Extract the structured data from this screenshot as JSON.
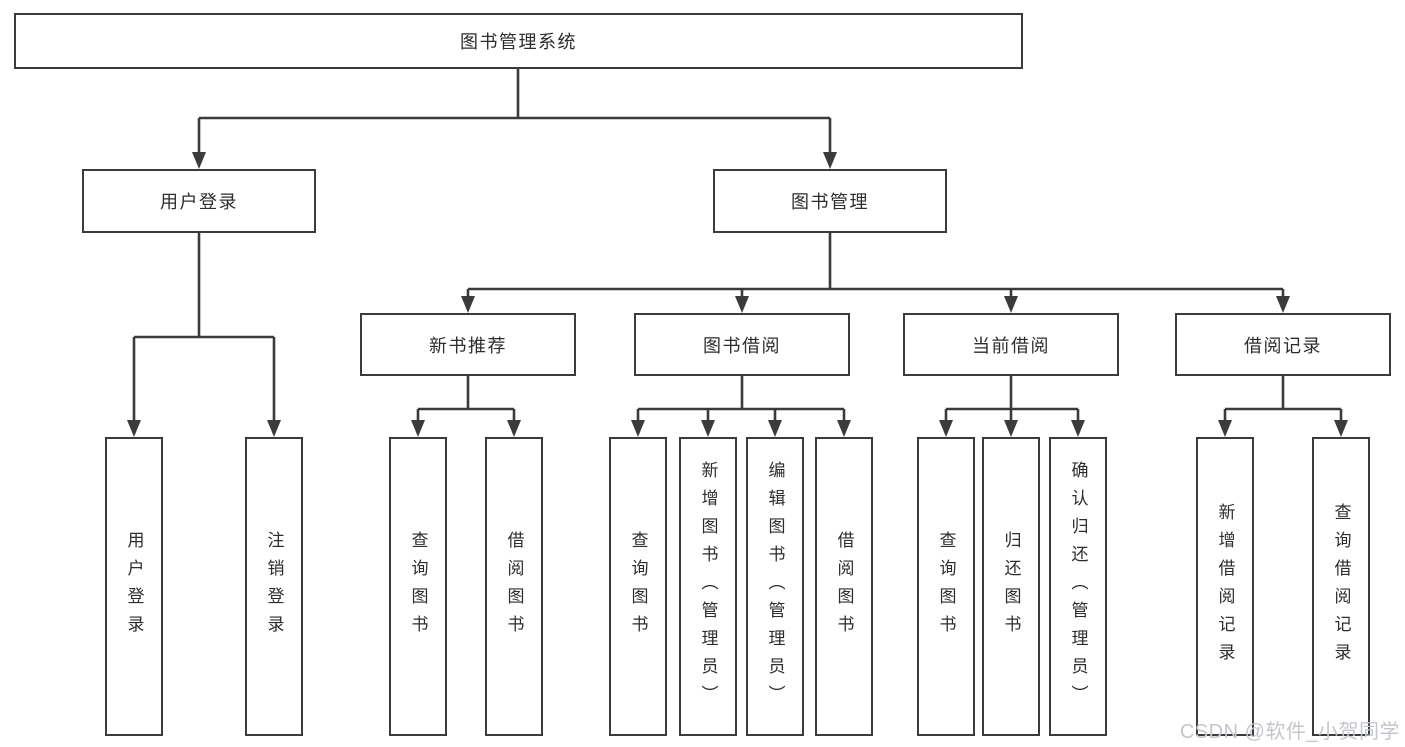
{
  "diagram": {
    "title": "图书管理系统",
    "type": "hierarchy-tree"
  },
  "tree": {
    "root": {
      "label": "图书管理系统"
    },
    "level2": [
      {
        "label": "用户登录",
        "parent": "图书管理系统"
      },
      {
        "label": "图书管理",
        "parent": "图书管理系统"
      }
    ],
    "level3": [
      {
        "label": "新书推荐",
        "parent": "图书管理"
      },
      {
        "label": "图书借阅",
        "parent": "图书管理"
      },
      {
        "label": "当前借阅",
        "parent": "图书管理"
      },
      {
        "label": "借阅记录",
        "parent": "图书管理"
      }
    ],
    "leaves": [
      {
        "label": "用户登录",
        "parent": "用户登录"
      },
      {
        "label": "注销登录",
        "parent": "用户登录"
      },
      {
        "label": "查询图书",
        "parent": "新书推荐"
      },
      {
        "label": "借阅图书",
        "parent": "新书推荐"
      },
      {
        "label": "查询图书",
        "parent": "图书借阅"
      },
      {
        "label": "新增图书（管理员）",
        "parent": "图书借阅"
      },
      {
        "label": "编辑图书（管理员）",
        "parent": "图书借阅"
      },
      {
        "label": "借阅图书",
        "parent": "图书借阅"
      },
      {
        "label": "查询图书",
        "parent": "当前借阅"
      },
      {
        "label": "归还图书",
        "parent": "当前借阅"
      },
      {
        "label": "确认归还（管理员）",
        "parent": "当前借阅"
      },
      {
        "label": "新增借阅记录",
        "parent": "借阅记录"
      },
      {
        "label": "查询借阅记录",
        "parent": "借阅记录"
      }
    ]
  },
  "watermark": {
    "text": "CSDN @软件_小贺同学"
  },
  "colors": {
    "line": "#3b3b3b",
    "box_border": "#3b3b3b",
    "text": "#2d2d2d",
    "box_background": "#ffffff",
    "page_background": "#ffffff",
    "watermark": "#c3c6cb"
  }
}
